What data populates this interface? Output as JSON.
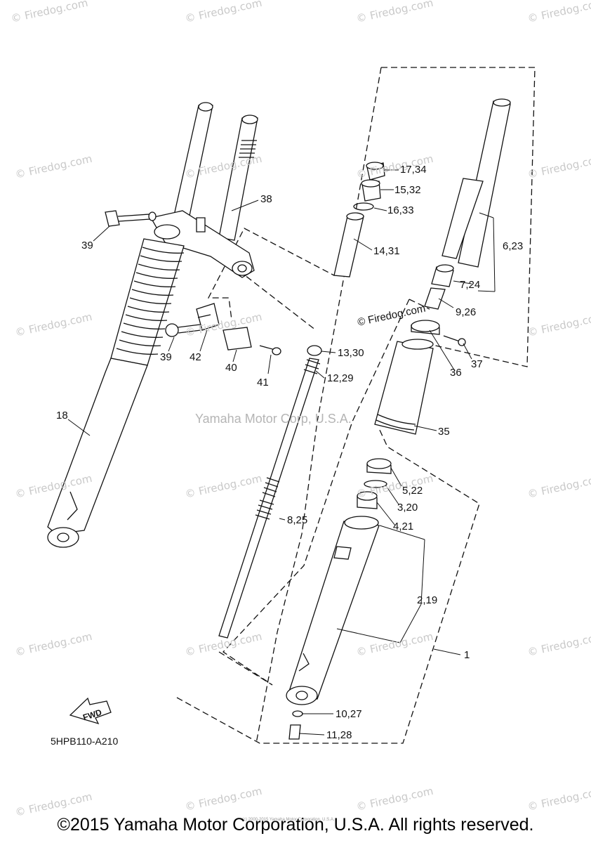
{
  "diagram_code": "5HPB110-A210",
  "footer": "©2015 Yamaha Motor Corporation, U.S.A. All rights reserved.",
  "tiny_copyright": "(c) 2000-2015 Yamaha Motor Corporation, U.S.A.",
  "center_watermark": "Yamaha Motor Corp, U.S.A.",
  "fwd_label": "FWD",
  "watermark_text": "© Firedog.com",
  "inline_watermark": "© Firedog.com",
  "callouts": {
    "c1": "1",
    "c2_19": "2,19",
    "c3_20": "3,20",
    "c4_21": "4,21",
    "c5_22": "5,22",
    "c6_23": "6,23",
    "c7_24": "7,24",
    "c8_25": "8,25",
    "c9_26": "9,26",
    "c10_27": "10,27",
    "c11_28": "11,28",
    "c12_29": "12,29",
    "c13_30": "13,30",
    "c14_31": "14,31",
    "c15_32": "15,32",
    "c16_33": "16,33",
    "c17_34": "17,34",
    "c18": "18",
    "c35": "35",
    "c36": "36",
    "c37": "37",
    "c38": "38",
    "c39a": "39",
    "c39b": "39",
    "c40": "40",
    "c41": "41",
    "c42": "42"
  }
}
